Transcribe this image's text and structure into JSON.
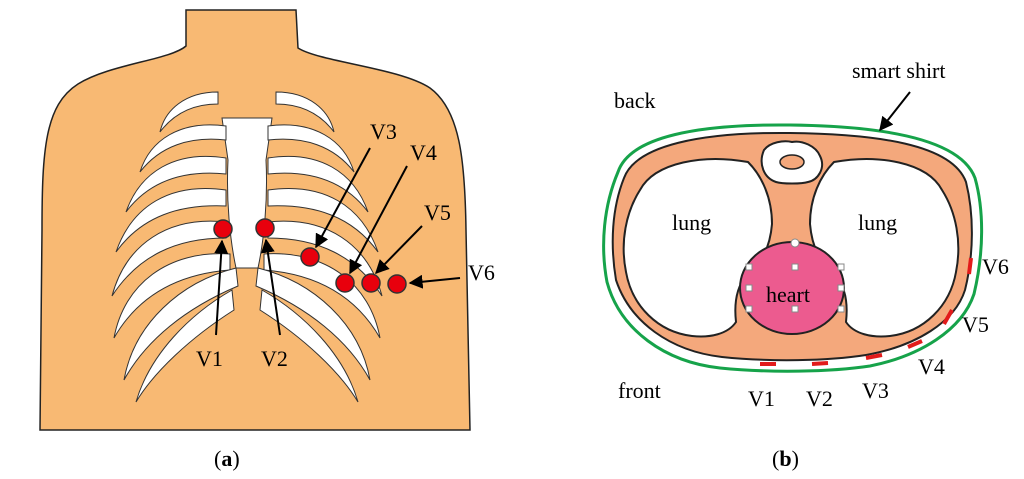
{
  "panel_a": {
    "caption_open": "(",
    "caption_letter": "a",
    "caption_close": ")",
    "electrodes": [
      "V1",
      "V2",
      "V3",
      "V4",
      "V5",
      "V6"
    ]
  },
  "panel_b": {
    "caption_open": "(",
    "caption_letter": "b",
    "caption_close": ")",
    "label_back": "back",
    "label_front": "front",
    "label_smart_shirt": "smart shirt",
    "label_lung_left": "lung",
    "label_lung_right": "lung",
    "label_heart": "heart",
    "electrodes": [
      "V1",
      "V2",
      "V3",
      "V4",
      "V5",
      "V6"
    ]
  },
  "colors": {
    "skin": "#f8b973",
    "bone": "#ffffff",
    "electrode": "#e8000d",
    "tissue": "#f4a87c",
    "heart": "#ec5b8f",
    "shirt": "#16a34a",
    "electrode_strip": "#e21b1b"
  }
}
